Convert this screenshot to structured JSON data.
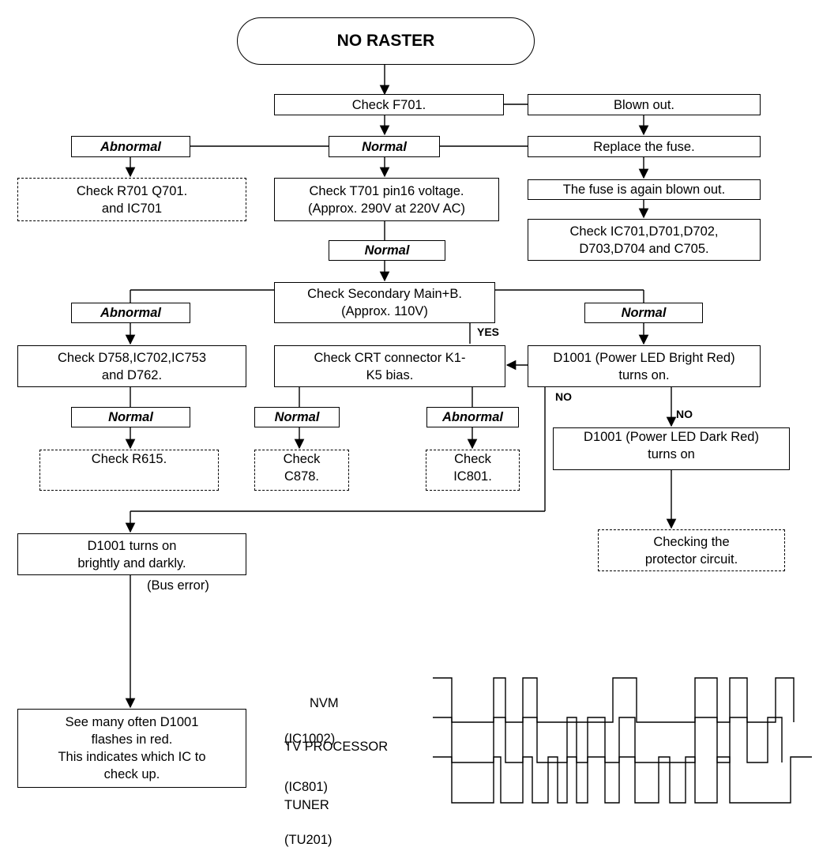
{
  "title": "NO RASTER",
  "boxes": {
    "check_f701": "Check F701.",
    "blown_out": "Blown out.",
    "abnormal_1": "Abnormal",
    "normal_1": "Normal",
    "replace_fuse": "Replace the fuse.",
    "check_r701": "Check R701 Q701.\nand IC701",
    "check_t701": "Check T701 pin16 voltage.\n(Approx. 290V at 220V AC)",
    "fuse_again": "The fuse is again blown out.",
    "check_ic701": "Check IC701,D701,D702,\nD703,D704 and C705.",
    "normal_2": "Normal",
    "check_secondary": "Check Secondary Main+B.\n(Approx. 110V)",
    "abnormal_2": "Abnormal",
    "normal_3": "Normal",
    "check_d758": "Check D758,IC702,IC753\nand D762.",
    "check_crt": "Check CRT connector K1-\nK5 bias.",
    "d1001_bright": "D1001 (Power LED Bright Red)\nturns on.",
    "normal_4": "Normal",
    "normal_5": "Normal",
    "abnormal_3": "Abnormal",
    "check_r615": "Check R615.",
    "check_c878": "Check\nC878.",
    "check_ic801": "Check\nIC801.",
    "d1001_dark": "D1001 (Power LED Dark Red)\nturns on",
    "checking_protector": "Checking the\nprotector circuit.",
    "d1001_brightly": "D1001 turns on\nbrightly and darkly.",
    "see_many": "See many often D1001\nflashes in red.\nThis indicates which IC to\ncheck up."
  },
  "annotations": {
    "yes": "YES",
    "no_1": "NO",
    "no_2": "NO",
    "bus_error": "(Bus error)"
  },
  "signals": [
    {
      "name": "NVM",
      "part": "(IC1002)"
    },
    {
      "name": "TV PROCESSOR",
      "part": "(IC801)"
    },
    {
      "name": "TUNER",
      "part": "(TU201)"
    }
  ]
}
